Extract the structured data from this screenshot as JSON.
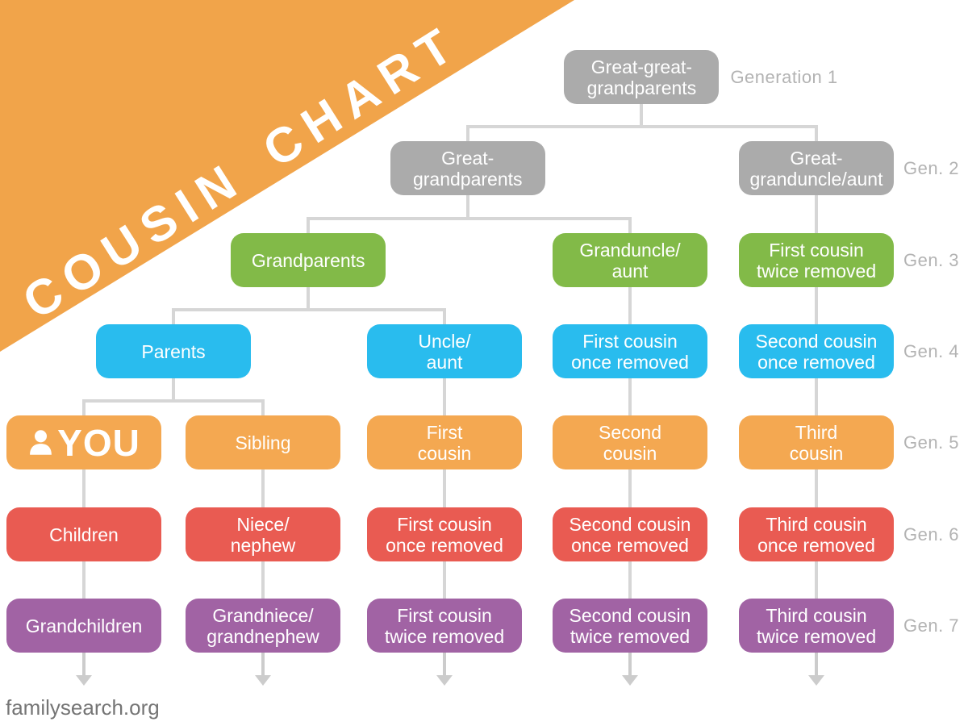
{
  "banner": {
    "title": "COUSIN CHART"
  },
  "footer": {
    "site": "familysearch.org"
  },
  "colors": {
    "gray": "#ABABAB",
    "green": "#82BA48",
    "blue": "#29BCEE",
    "orange": "#F4A851",
    "red": "#E95B52",
    "purple": "#A163A4",
    "banner": "#F1A44A",
    "line": "#D6D6D6",
    "arrow": "#CCCCCC",
    "label": "#B3B3B3",
    "footer": "#757575",
    "box_text": "#FFFFFF"
  },
  "generation_labels": [
    {
      "text": "Generation 1",
      "row": 1,
      "placement": "beside-box"
    },
    {
      "text": "Gen. 2",
      "row": 2,
      "placement": "right-margin"
    },
    {
      "text": "Gen. 3",
      "row": 3,
      "placement": "right-margin"
    },
    {
      "text": "Gen. 4",
      "row": 4,
      "placement": "right-margin"
    },
    {
      "text": "Gen. 5",
      "row": 5,
      "placement": "right-margin"
    },
    {
      "text": "Gen. 6",
      "row": 6,
      "placement": "right-margin"
    },
    {
      "text": "Gen. 7",
      "row": 7,
      "placement": "right-margin"
    }
  ],
  "nodes": [
    {
      "id": "great-great-grandparents",
      "label": "Great-great-\ngrandparents",
      "row": 1,
      "col": 4.0625,
      "color": "gray",
      "children": [
        "great-grandparents",
        "great-granduncle-aunt"
      ]
    },
    {
      "id": "great-grandparents",
      "label": "Great-\ngrandparents",
      "row": 2,
      "col": 3.125,
      "color": "gray",
      "children": [
        "grandparents",
        "granduncle-aunt"
      ]
    },
    {
      "id": "great-granduncle-aunt",
      "label": "Great-\ngranduncle/aunt",
      "row": 2,
      "col": 5,
      "color": "gray",
      "children": [
        "first-cousin-twice-removed-g3"
      ]
    },
    {
      "id": "grandparents",
      "label": "Grandparents",
      "row": 3,
      "col": 2.25,
      "color": "green",
      "children": [
        "parents",
        "uncle-aunt"
      ]
    },
    {
      "id": "granduncle-aunt",
      "label": "Granduncle/\naunt",
      "row": 3,
      "col": 4,
      "color": "green",
      "children": [
        "first-cousin-once-removed-g4"
      ]
    },
    {
      "id": "first-cousin-twice-removed-g3",
      "label": "First cousin\ntwice removed",
      "row": 3,
      "col": 5,
      "color": "green",
      "children": [
        "second-cousin-once-removed-g4"
      ]
    },
    {
      "id": "parents",
      "label": "Parents",
      "row": 4,
      "col": 1.5,
      "color": "blue",
      "children": [
        "you",
        "sibling"
      ]
    },
    {
      "id": "uncle-aunt",
      "label": "Uncle/\naunt",
      "row": 4,
      "col": 3,
      "color": "blue",
      "children": [
        "first-cousin"
      ]
    },
    {
      "id": "first-cousin-once-removed-g4",
      "label": "First cousin\nonce removed",
      "row": 4,
      "col": 4,
      "color": "blue",
      "children": [
        "second-cousin"
      ]
    },
    {
      "id": "second-cousin-once-removed-g4",
      "label": "Second cousin\nonce removed",
      "row": 4,
      "col": 5,
      "color": "blue",
      "children": [
        "third-cousin"
      ]
    },
    {
      "id": "you",
      "label": "YOU",
      "icon": "person-icon",
      "row": 5,
      "col": 1,
      "color": "orange",
      "children": [
        "children"
      ]
    },
    {
      "id": "sibling",
      "label": "Sibling",
      "row": 5,
      "col": 2,
      "color": "orange",
      "children": [
        "niece-nephew"
      ]
    },
    {
      "id": "first-cousin",
      "label": "First\ncousin",
      "row": 5,
      "col": 3,
      "color": "orange",
      "children": [
        "first-cousin-once-removed-g6"
      ]
    },
    {
      "id": "second-cousin",
      "label": "Second\ncousin",
      "row": 5,
      "col": 4,
      "color": "orange",
      "children": [
        "second-cousin-once-removed-g6"
      ]
    },
    {
      "id": "third-cousin",
      "label": "Third\ncousin",
      "row": 5,
      "col": 5,
      "color": "orange",
      "children": [
        "third-cousin-once-removed-g6"
      ]
    },
    {
      "id": "children",
      "label": "Children",
      "row": 6,
      "col": 1,
      "color": "red",
      "children": [
        "grandchildren"
      ]
    },
    {
      "id": "niece-nephew",
      "label": "Niece/\nnephew",
      "row": 6,
      "col": 2,
      "color": "red",
      "children": [
        "grandniece-grandnephew"
      ]
    },
    {
      "id": "first-cousin-once-removed-g6",
      "label": "First cousin\nonce removed",
      "row": 6,
      "col": 3,
      "color": "red",
      "children": [
        "first-cousin-twice-removed-g7"
      ]
    },
    {
      "id": "second-cousin-once-removed-g6",
      "label": "Second cousin\nonce removed",
      "row": 6,
      "col": 4,
      "color": "red",
      "children": [
        "second-cousin-twice-removed-g7"
      ]
    },
    {
      "id": "third-cousin-once-removed-g6",
      "label": "Third cousin\nonce removed",
      "row": 6,
      "col": 5,
      "color": "red",
      "children": [
        "third-cousin-twice-removed-g7"
      ]
    },
    {
      "id": "grandchildren",
      "label": "Grandchildren",
      "row": 7,
      "col": 1,
      "color": "purple",
      "arrow": true
    },
    {
      "id": "grandniece-grandnephew",
      "label": "Grandniece/\ngrandnephew",
      "row": 7,
      "col": 2,
      "color": "purple",
      "arrow": true
    },
    {
      "id": "first-cousin-twice-removed-g7",
      "label": "First cousin\ntwice removed",
      "row": 7,
      "col": 3,
      "color": "purple",
      "arrow": true
    },
    {
      "id": "second-cousin-twice-removed-g7",
      "label": "Second cousin\ntwice removed",
      "row": 7,
      "col": 4,
      "color": "purple",
      "arrow": true
    },
    {
      "id": "third-cousin-twice-removed-g7",
      "label": "Third cousin\ntwice removed",
      "row": 7,
      "col": 5,
      "color": "purple",
      "arrow": true
    }
  ]
}
